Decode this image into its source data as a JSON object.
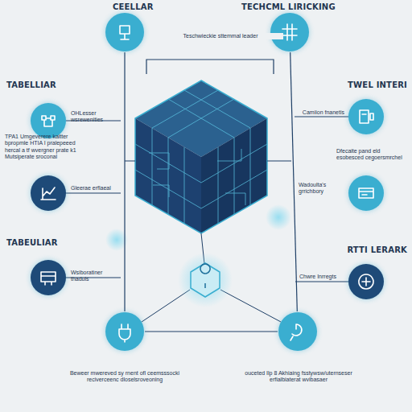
{
  "diagram": {
    "nodes": [
      {
        "text": [
          "CEELLAR"
        ]
      },
      {
        "text": [
          "TECHCML LIRICKING"
        ]
      },
      {
        "text": [
          "OHLesser wsrewenities"
        ]
      },
      {
        "text": [
          "Gleerae erflaeal"
        ]
      },
      {
        "text": [
          "Wsiboratiner thaduls"
        ]
      },
      {
        "text": [
          "Camiion fnanetis"
        ]
      },
      {
        "text": [
          "Wadoulta's grrichbory"
        ]
      },
      {
        "text": [
          "Chwre Inrregts"
        ]
      },
      {
        "text": [
          "Beweer mwereved sy rnent ofl ceemsssocki reciverceenc dloselsroveoning"
        ]
      },
      {
        "text": [
          "ouceted Ilp 8 Akhiaing fsstywsw/uternseser erfialbiaterat wvibasaer"
        ]
      }
    ],
    "edges": [
      {
        "from": 0,
        "to": 8,
        "arrow": "none"
      },
      {
        "from": 1,
        "to": 9,
        "arrow": "none"
      },
      {
        "from": 8,
        "to": 9,
        "arrow": "none"
      }
    ],
    "labels": [
      "Teschwieckie sttemmal leader",
      "TABELLIAR",
      "TWEL INTERI",
      "TPA1 Umgeverere kaitter bpropmle HTIA I pralepeeed hercal a tf wvergner prate k1 Mutsiperate sroconal",
      "Dfecaite pand eld esobesced cegoersmrchel",
      "TABEULIAR",
      "RTTI LERARK"
    ]
  }
}
